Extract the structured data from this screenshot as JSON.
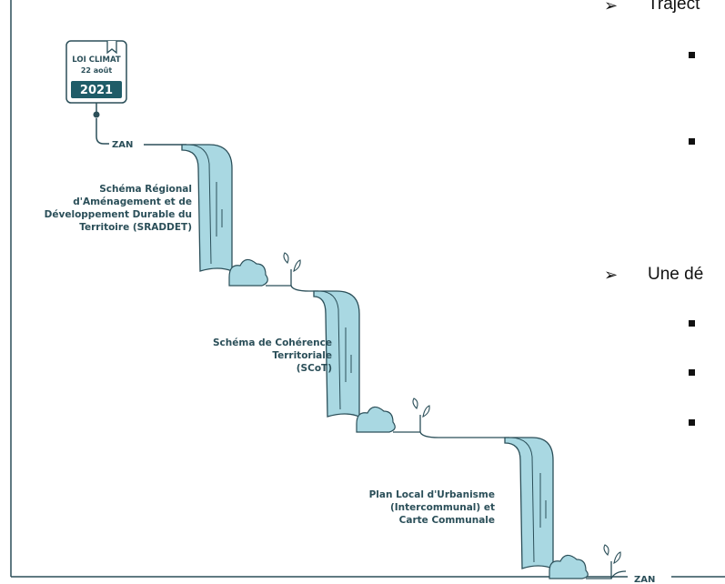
{
  "badge": {
    "line1": "LOI CLIMAT",
    "line2": "22 août",
    "year": "2021"
  },
  "zan_top": "ZAN",
  "zan_bottom": "ZAN",
  "levels": [
    {
      "label": "Schéma Régional\nd'Aménagement et de\nDéveloppement Durable du\nTerritoire (SRADDET)"
    },
    {
      "label": "Schéma de Cohérence\nTerritoriale\n(SCoT)"
    },
    {
      "label": "Plan Local d'Urbanisme\n(Intercommunal) et\nCarte Communale"
    }
  ],
  "side_text": {
    "heading1": "Traject",
    "heading2": "Une dé"
  },
  "colors": {
    "water": "#a9d8e2",
    "stroke": "#2b4f59",
    "badge": "#1f5c68"
  }
}
